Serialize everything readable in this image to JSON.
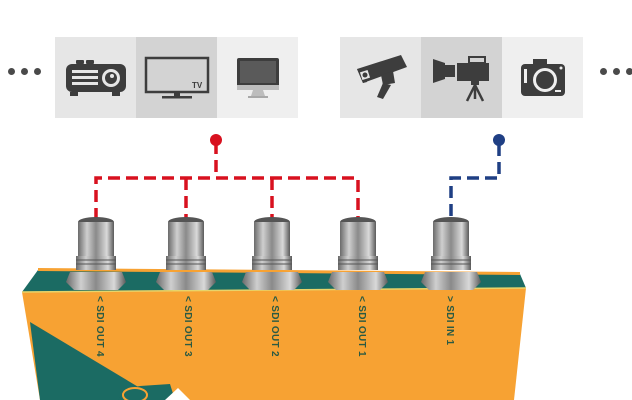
{
  "left_group": {
    "more_indicator": "more-devices",
    "devices": [
      {
        "name": "projector",
        "icon": "projector-icon"
      },
      {
        "name": "tv",
        "icon": "tv-icon",
        "label": "TV"
      },
      {
        "name": "monitor",
        "icon": "monitor-icon"
      }
    ]
  },
  "right_group": {
    "more_indicator": "more-devices",
    "devices": [
      {
        "name": "security-camera",
        "icon": "cctv-icon"
      },
      {
        "name": "video-camera",
        "icon": "video-camera-icon"
      },
      {
        "name": "photo-camera",
        "icon": "camera-icon"
      }
    ]
  },
  "connections": {
    "output_color": "#d8111f",
    "input_color": "#1f3f84"
  },
  "device_body": {
    "body_color": "#f7a233",
    "accent_color": "#1b6b63",
    "ports": [
      {
        "label": "SDI OUT 4",
        "direction": "out"
      },
      {
        "label": "SDI OUT 3",
        "direction": "out"
      },
      {
        "label": "SDI OUT 2",
        "direction": "out"
      },
      {
        "label": "SDI OUT 1",
        "direction": "out"
      },
      {
        "label": "SDI IN 1",
        "direction": "in"
      }
    ],
    "arrow_out": "<",
    "arrow_in": ">"
  }
}
